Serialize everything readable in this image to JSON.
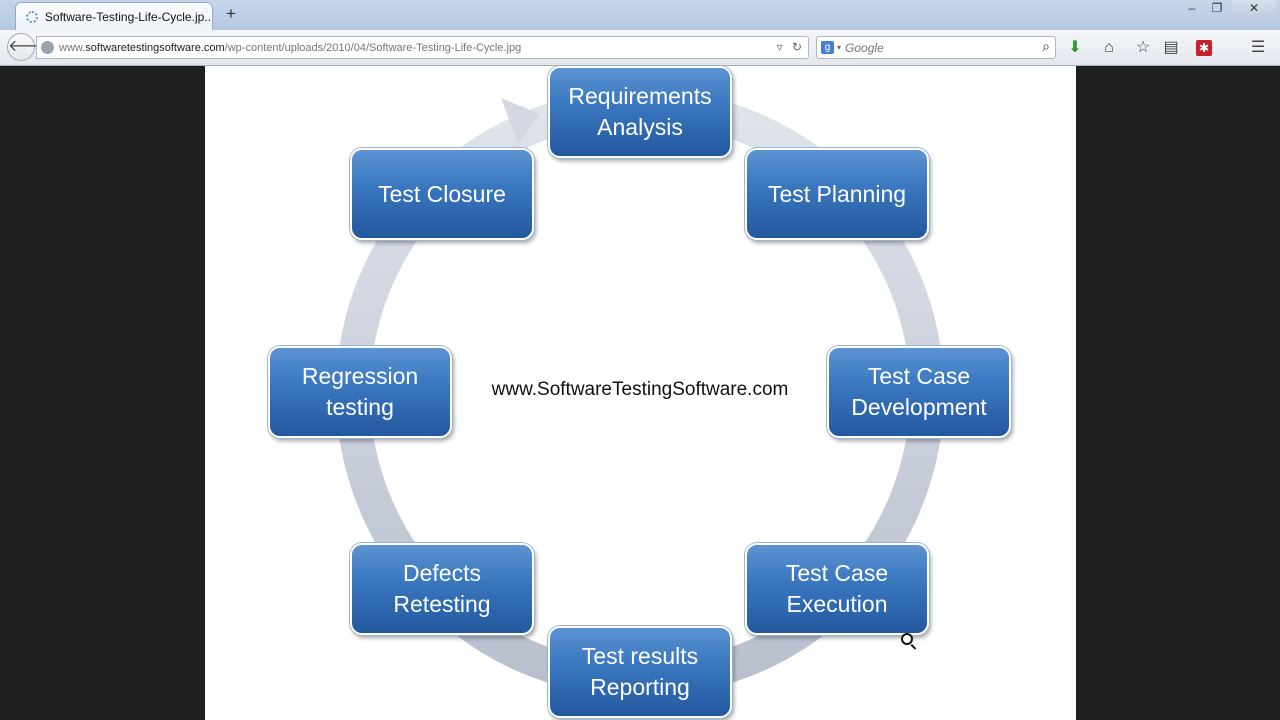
{
  "tab": {
    "title": "Software-Testing-Life-Cycle.jp..."
  },
  "window_controls": {
    "minimize": "–",
    "restore": "❐",
    "close": "✕"
  },
  "address": {
    "prefix": "www.",
    "domain": "softwaretestingsoftware.com",
    "path": "/wp-content/uploads/2010/04/Software-Testing-Life-Cycle.jpg"
  },
  "search": {
    "placeholder": "Google",
    "engine_letter": "g"
  },
  "diagram": {
    "center_url": "www.SoftwareTestingSoftware.com",
    "nodes": [
      {
        "label": "Requirements\nAnalysis"
      },
      {
        "label": "Test Planning"
      },
      {
        "label": "Test Case\nDevelopment"
      },
      {
        "label": "Test Case\nExecution"
      },
      {
        "label": "Test results\nReporting"
      },
      {
        "label": "Defects\nRetesting"
      },
      {
        "label": "Regression\ntesting"
      },
      {
        "label": "Test Closure"
      }
    ]
  },
  "colors": {
    "node_blue": "#2f6db5",
    "ring": "#c9cfdb"
  }
}
